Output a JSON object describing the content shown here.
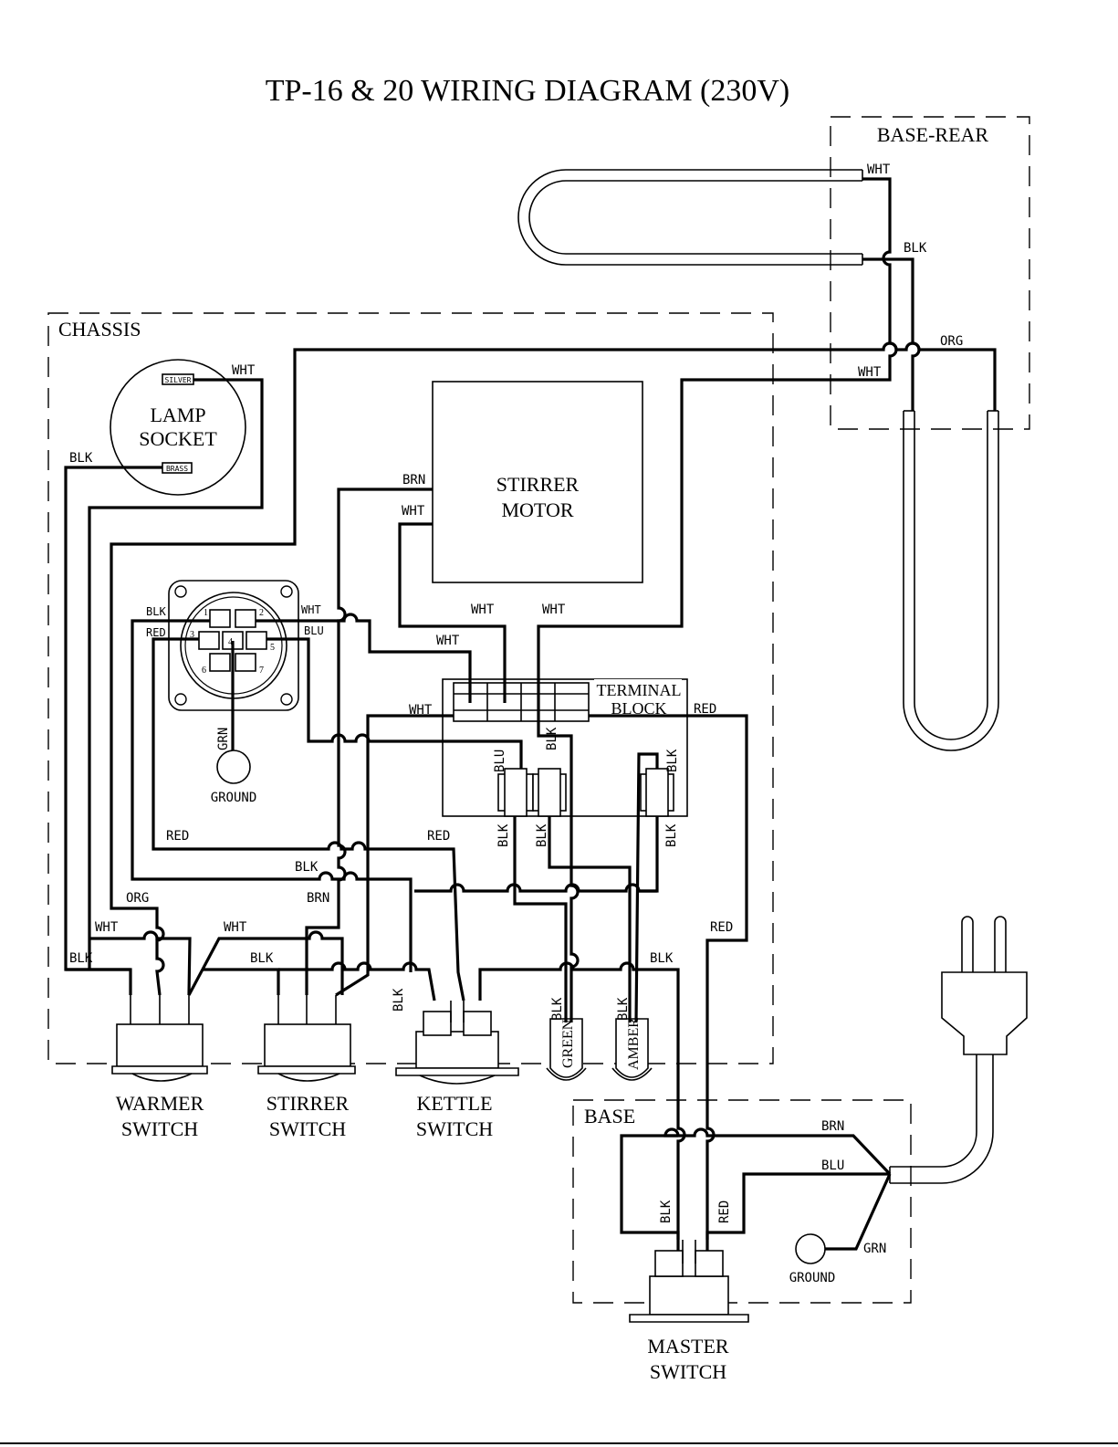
{
  "title": "TP-16 & 20 WIRING DIAGRAM (230V)",
  "regions": {
    "base_rear": "BASE-REAR",
    "chassis": "CHASSIS",
    "base": "BASE"
  },
  "components": {
    "lamp_socket_line1": "LAMP",
    "lamp_socket_line2": "SOCKET",
    "silver_terminal": "SILVER",
    "brass_terminal": "BRASS",
    "stirrer_motor_line1": "STIRRER",
    "stirrer_motor_line2": "MOTOR",
    "terminal_block_line1": "TERMINAL",
    "terminal_block_line2": "BLOCK",
    "ground_chassis": "GROUND",
    "ground_base": "GROUND",
    "green_light": "GREEN",
    "amber_light": "AMBER",
    "warmer_switch_line1": "WARMER",
    "warmer_switch_line2": "SWITCH",
    "stirrer_switch_line1": "STIRRER",
    "stirrer_switch_line2": "SWITCH",
    "kettle_switch_line1": "KETTLE",
    "kettle_switch_line2": "SWITCH",
    "master_switch_line1": "MASTER",
    "master_switch_line2": "SWITCH"
  },
  "connector_pins": [
    "1",
    "2",
    "3",
    "4",
    "5",
    "6",
    "7"
  ],
  "wire_labels": {
    "wht_heater_top": "WHT",
    "blk_heater": "BLK",
    "org_heater": "ORG",
    "wht_heater_lower": "WHT",
    "wht_lamp": "WHT",
    "blk_lamp": "BLK",
    "brn_motor": "BRN",
    "wht_motor": "WHT",
    "blk_pin1": "BLK",
    "red_pin3": "RED",
    "wht_pin2": "WHT",
    "blu_pin5": "BLU",
    "wht_tb_a": "WHT",
    "wht_tb_b": "WHT",
    "wht_tb_c": "WHT",
    "wht_tb_left": "WHT",
    "red_tb_right": "RED",
    "grn_ground": "GRN",
    "blu_tb": "BLU",
    "blk_tb": "BLK",
    "blk_tb_right": "BLK",
    "red_left": "RED",
    "red_mid": "RED",
    "blk_fuse_1": "BLK",
    "blk_fuse_2": "BLK",
    "blk_fuse_3": "BLK",
    "blk_mid": "BLK",
    "org_left": "ORG",
    "brn_mid": "BRN",
    "wht_warmer_1": "WHT",
    "wht_warmer_2": "WHT",
    "red_right": "RED",
    "blk_warmer": "BLK",
    "blk_stirrer": "BLK",
    "blk_lights": "BLK",
    "blk_kettle": "BLK",
    "blk_green": "BLK",
    "blk_amber": "BLK",
    "brn_base": "BRN",
    "blu_base": "BLU",
    "grn_base": "GRN",
    "blk_master": "BLK",
    "red_master": "RED"
  }
}
